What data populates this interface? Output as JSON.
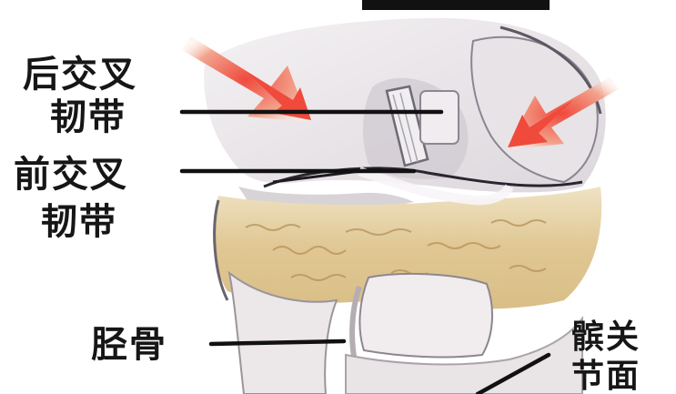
{
  "labels": {
    "posterior_cruciate": [
      "后交叉",
      "韧带"
    ],
    "anterior_cruciate": [
      "前交叉",
      "韧带"
    ],
    "tibia": [
      "胫骨"
    ],
    "patellar_surface": [
      "髌关",
      "节面"
    ]
  },
  "colors": {
    "background": "#ffffff",
    "cartilage": "#eae6e9",
    "bone_cancellous": "#e3cf9f",
    "bone_marrow": "#b7955c",
    "arrow": "#ef4a3c",
    "text": "#161616",
    "leader": "#111111"
  }
}
